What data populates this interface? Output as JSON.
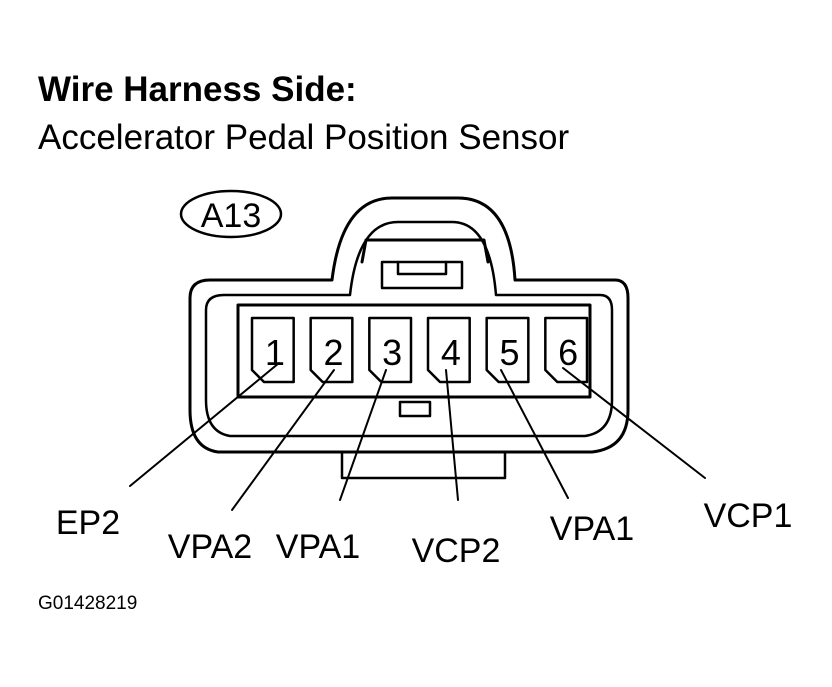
{
  "header": {
    "title": "Wire Harness Side:",
    "subtitle": "Accelerator Pedal Position Sensor"
  },
  "connector": {
    "id": "A13",
    "pins": [
      {
        "number": "1",
        "label": "EP2"
      },
      {
        "number": "2",
        "label": "VPA2"
      },
      {
        "number": "3",
        "label": "VPA1"
      },
      {
        "number": "4",
        "label": "VCP2"
      },
      {
        "number": "5",
        "label": "VPA1"
      },
      {
        "number": "6",
        "label": "VCP1"
      }
    ]
  },
  "footer": {
    "figure_id": "G01428219"
  }
}
